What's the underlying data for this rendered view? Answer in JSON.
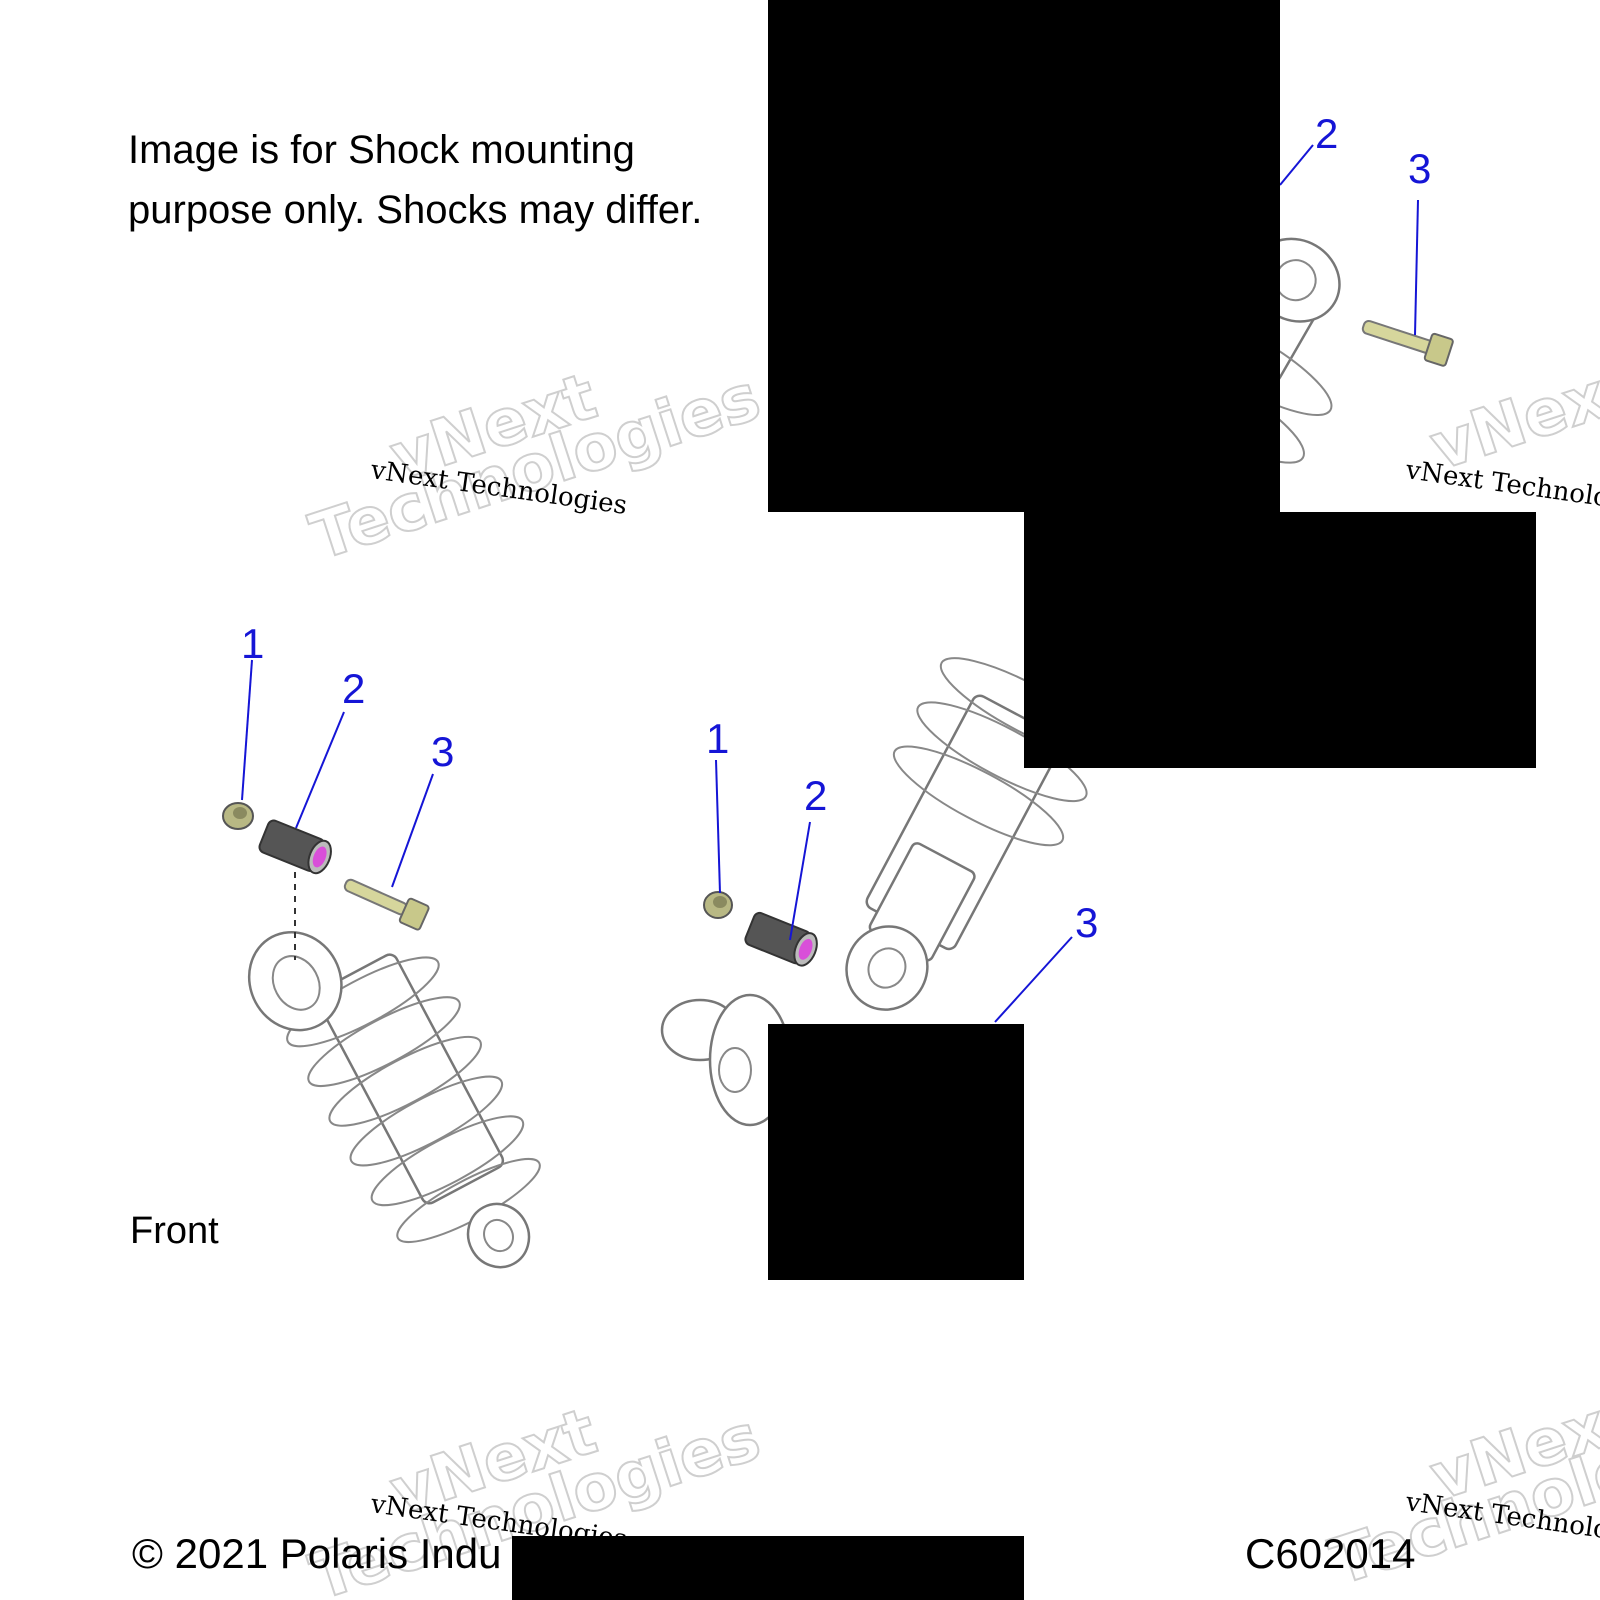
{
  "note": {
    "line1": "Image is for Shock mounting",
    "line2": "purpose only. Shocks may differ."
  },
  "labels": {
    "front": "Front",
    "copyright": "© 2021 Polaris Indu",
    "code": "C602014"
  },
  "watermark": {
    "small": "vNext Technologies",
    "big_line1": "vNext",
    "big_line2": "Technologies"
  },
  "callouts": {
    "left": [
      "1",
      "2",
      "3"
    ],
    "center": [
      "1",
      "2",
      "3"
    ],
    "top_right": [
      "2",
      "3"
    ]
  },
  "colors": {
    "callout": "#1515d6",
    "spacer": "#555555",
    "bolt": "#c8c88a",
    "bushing_inner": "#d94fd9",
    "redaction": "#000000"
  }
}
